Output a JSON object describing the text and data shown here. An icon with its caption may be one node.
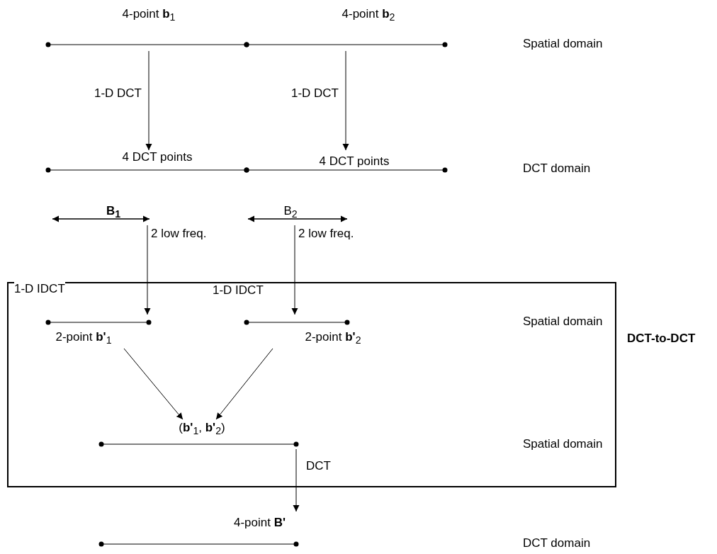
{
  "diagram": {
    "nodes": [
      {
        "text": [
          "4-point **b**$_{1}$"
        ]
      },
      {
        "text": [
          "4-point **b**$_{2}$"
        ]
      },
      {
        "text": [
          "4 DCT points"
        ]
      },
      {
        "text": [
          "4 DCT points"
        ]
      },
      {
        "text": [
          "B$_{1}$"
        ]
      },
      {
        "text": [
          "B$_{2}$"
        ]
      },
      {
        "text": [
          "DCT-to-DCT"
        ]
      },
      {
        "text": [
          "2-point **b'**$_{1}$"
        ],
        "in": 6
      },
      {
        "text": [
          "2-point **b'**$_{2}$"
        ],
        "in": 6
      },
      {
        "text": [
          "(**b'**$_{1}$, **b'**$_{2}$)"
        ],
        "in": 6
      },
      {
        "text": [
          "4-point **B'**"
        ]
      }
    ],
    "edges": [
      {
        "from": 0,
        "to": 2,
        "arrow": "to",
        "label": "1-D DCT"
      },
      {
        "from": 1,
        "to": 3,
        "arrow": "to",
        "label": "1-D DCT"
      },
      {
        "from": 4,
        "to": 7,
        "arrow": "to",
        "label": "2 low freq."
      },
      {
        "from": 5,
        "to": 8,
        "arrow": "to",
        "label": "2 low freq."
      },
      {
        "from": 7,
        "to": 9,
        "arrow": "to"
      },
      {
        "from": 8,
        "to": 9,
        "arrow": "to"
      },
      {
        "from": 9,
        "to": 10,
        "arrow": "to",
        "label": "DCT"
      }
    ],
    "labels": [
      "Spatial domain",
      "DCT domain",
      "1-D IDCT",
      "1-D IDCT",
      "Spatial domain",
      "Spatial domain",
      "DCT domain"
    ]
  }
}
